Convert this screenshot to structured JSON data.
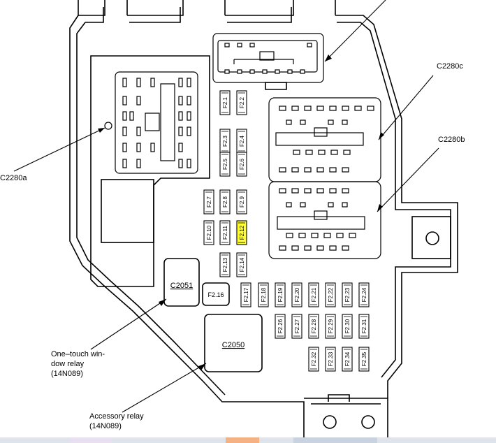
{
  "connectors": {
    "c2280a": "C2280a",
    "c2280b": "C2280b",
    "c2280c": "C2280c",
    "c2051": "C2051",
    "c2050": "C2050"
  },
  "relays": {
    "one_touch_line1": "One–touch win-",
    "one_touch_line2": "dow relay",
    "one_touch_part": "(14N089)",
    "accessory_line1": "Accessory relay",
    "accessory_part": "(14N089)"
  },
  "fuses": {
    "upper_left": [
      "F2.1",
      "F2.3",
      "F2.5",
      "F2.7",
      "F2.10",
      "F2.13"
    ],
    "upper_mid": [
      "F2.8",
      "F2.11"
    ],
    "upper_right": [
      "F2.2",
      "F2.4",
      "F2.6",
      "F2.9",
      "F2.12",
      "F2.14"
    ],
    "block_fuse": "F2.16",
    "row_top": [
      "F2.17",
      "F2.18",
      "F2.19",
      "F2.20",
      "F2.21",
      "F2.22",
      "F2.23",
      "F2.24"
    ],
    "row_mid": [
      "F2.26",
      "F2.27",
      "F2.28",
      "F2.29",
      "F2.30",
      "F2.31"
    ],
    "row_bot": [
      "F2.32",
      "F2.33",
      "F2.34",
      "F2.35"
    ]
  },
  "highlight": {
    "fuse": "F2.12",
    "color": "#ffff33"
  },
  "colors": {
    "line": "#000000",
    "taskbar": "#dfe3ea",
    "taskbar_accent": "#f4b183"
  }
}
